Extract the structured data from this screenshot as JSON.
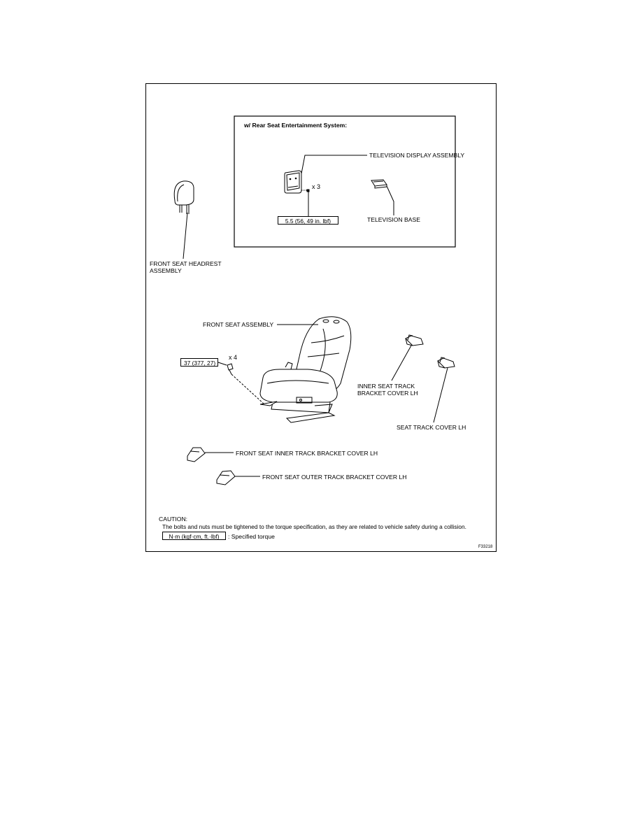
{
  "inset": {
    "title": "w/ Rear Seat Entertainment System:",
    "tv_display": "TELEVISION DISPLAY ASSEMBLY",
    "tv_qty": "x 3",
    "tv_torque": "5.5 (56, 49 in. lbf)",
    "tv_base": "TELEVISION BASE"
  },
  "headrest": {
    "line1": "FRONT SEAT HEADREST",
    "line2": "ASSEMBLY"
  },
  "seat": {
    "assembly": "FRONT SEAT ASSEMBLY",
    "bolt_torque": "37 (377, 27)",
    "bolt_qty": "x 4"
  },
  "inner_cover": {
    "line1": "INNER SEAT TRACK",
    "line2": "BRACKET COVER LH"
  },
  "track_cover": "SEAT TRACK COVER LH",
  "front_inner_cover": "FRONT SEAT INNER TRACK BRACKET COVER LH",
  "front_outer_cover": "FRONT SEAT OUTER TRACK BRACKET COVER LH",
  "caution": {
    "heading": "CAUTION:",
    "text": "The bolts and nuts must be tightened to the torque specification, as they are related to vehicle safety during a collision."
  },
  "legend": {
    "unit_box": "N·m (kgf·cm, ft.·lbf)",
    "meaning": ": Specified torque"
  },
  "figure_code": "F33218"
}
